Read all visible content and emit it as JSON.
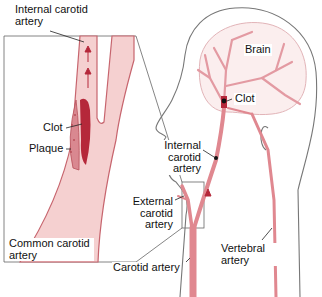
{
  "diagram": {
    "labels": [
      "Internal carotid artery",
      "Clot",
      "Plaque",
      "Common carotid artery",
      "Brain",
      "Clot",
      "Internal carotid artery",
      "External carotid artery",
      "Carotid artery",
      "Vertebral artery"
    ]
  }
}
